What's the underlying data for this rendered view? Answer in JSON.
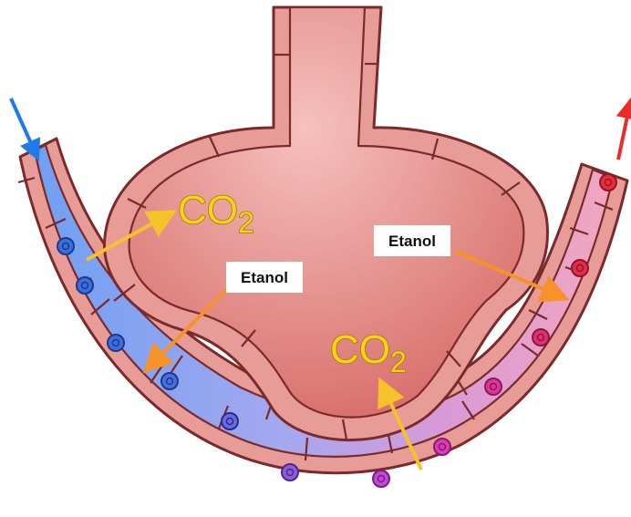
{
  "labels": {
    "co2_main": "CO",
    "co2_sub": "2",
    "etanol": "Etanol"
  },
  "colors": {
    "tissue_fill": "#e89c98",
    "tissue_stroke": "#7a2a2a",
    "blood_venous": "#7fa6f0",
    "blood_arterial": "#f0a0c0",
    "co2_fill": "#f6d21c",
    "arrow_orange": "#f5922a",
    "arrow_yellow": "#f6c22a",
    "flow_in": "#1e7be8",
    "flow_out": "#ee2b2b"
  },
  "icons": {
    "inflow": "blue-down-arrow-icon",
    "outflow": "red-up-arrow-icon",
    "cell": "blood-cell-icon"
  }
}
